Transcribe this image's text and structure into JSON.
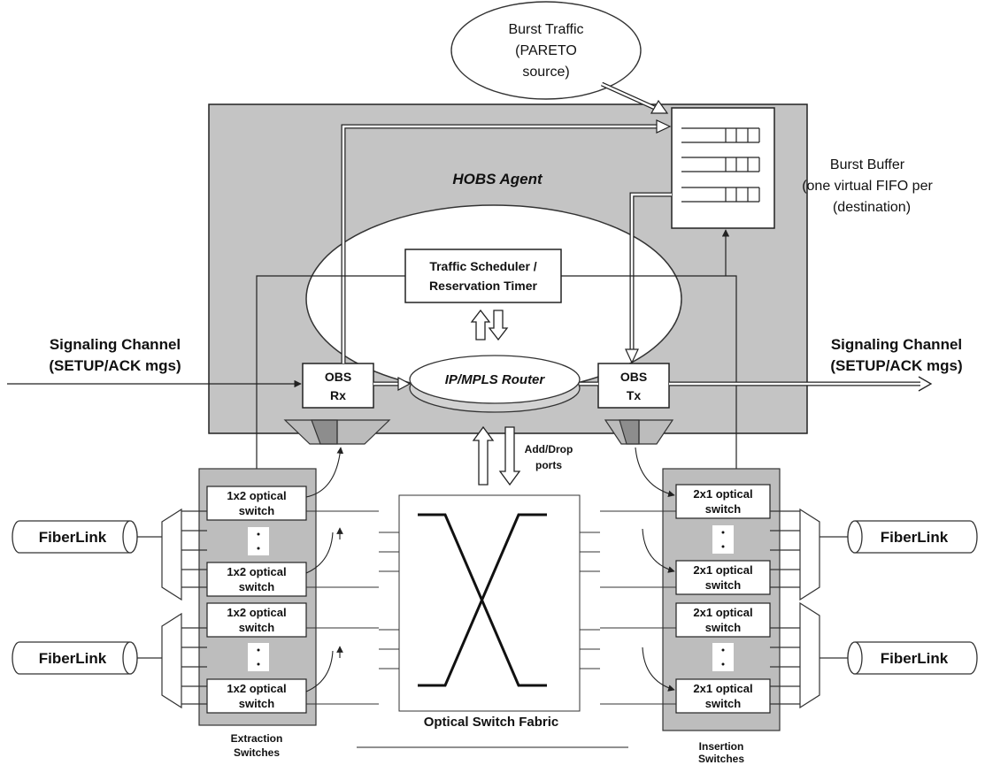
{
  "burst_traffic": {
    "line1": "Burst Traffic",
    "line2": "(PARETO",
    "line3": "source)"
  },
  "hobs_agent": {
    "label": "HOBS Agent"
  },
  "burst_buffer": {
    "line1": "Burst Buffer",
    "line2": "(one virtual FIFO per",
    "line3": "(destination)"
  },
  "scheduler": {
    "line1": "Traffic Scheduler /",
    "line2": "Reservation Timer"
  },
  "router": {
    "label": "IP/MPLS Router"
  },
  "obs_rx": {
    "line1": "OBS",
    "line2": "Rx"
  },
  "obs_tx": {
    "line1": "OBS",
    "line2": "Tx"
  },
  "signaling_left": {
    "line1": "Signaling Channel",
    "line2": "(SETUP/ACK mgs)"
  },
  "signaling_right": {
    "line1": "Signaling Channel",
    "line2": "(SETUP/ACK mgs)"
  },
  "add_drop": {
    "line1": "Add/Drop",
    "line2": "ports"
  },
  "extraction": {
    "label_line1": "Extraction",
    "label_line2": "Switches",
    "switches": [
      {
        "line1": "1x2 optical",
        "line2": "switch"
      },
      {
        "line1": "1x2 optical",
        "line2": "switch"
      },
      {
        "line1": "1x2 optical",
        "line2": "switch"
      },
      {
        "line1": "1x2 optical",
        "line2": "switch"
      }
    ]
  },
  "insertion": {
    "label_line1": "Insertion",
    "label_line2": "Switches",
    "switches": [
      {
        "line1": "2x1 optical",
        "line2": "switch"
      },
      {
        "line1": "2x1 optical",
        "line2": "switch"
      },
      {
        "line1": "2x1 optical",
        "line2": "switch"
      },
      {
        "line1": "2x1 optical",
        "line2": "switch"
      }
    ]
  },
  "fabric": {
    "label": "Optical Switch Fabric"
  },
  "fiberlinks": {
    "left_top": "FiberLink",
    "left_bottom": "FiberLink",
    "right_top": "FiberLink",
    "right_bottom": "FiberLink"
  },
  "colors": {
    "agent_bg": "#c4c4c4",
    "panel_bg": "#bdbdbd",
    "line": "#222222",
    "box_bg": "#ffffff"
  }
}
